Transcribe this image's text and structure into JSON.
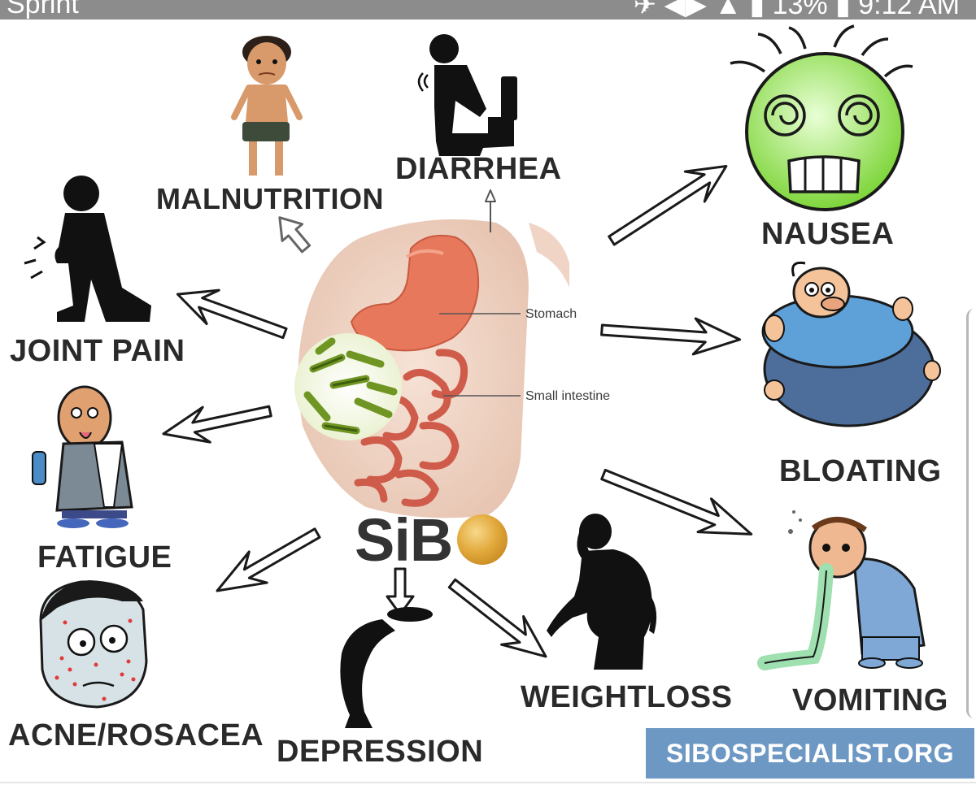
{
  "status_bar": {
    "carrier": "Sprint",
    "right": "✈ ◀▶ ▲ ▮ 13% ▮ 9:12 AM"
  },
  "diagram": {
    "logo": "SiB",
    "symptoms": {
      "diarrhea": "DIARRHEA",
      "malnutrition": "MALNUTRITION",
      "nausea": "NAUSEA",
      "joint_pain": "JOINT PAIN",
      "bloating": "BLOATING",
      "fatigue": "FATIGUE",
      "weightloss": "WEIGHTLOSS",
      "vomiting": "VOMITING",
      "acne_rosacea": "ACNE/ROSACEA",
      "depression": "DEPRESSION"
    },
    "annotations": {
      "stomach": "Stomach",
      "small_intestine": "Small intestine"
    },
    "badge": "SIBOSPECIALIST.ORG"
  },
  "colors": {
    "status_bar": "#8c8c8c",
    "badge": "#6d98c4",
    "stomach": "#e8785c",
    "bacteria": "#7da52a",
    "nausea_face": "#9ee05a",
    "logo_ball": "#e2a93c"
  },
  "icons": [
    "toilet-figure-icon",
    "boy-figure-icon",
    "dizzy-face-icon",
    "kneeling-figure-icon",
    "bloated-man-icon",
    "tired-man-icon",
    "acne-face-icon",
    "slumped-figure-icon",
    "woman-silhouette-icon",
    "vomiting-man-icon",
    "gut-anatomy-icon",
    "bacteria-icon"
  ]
}
